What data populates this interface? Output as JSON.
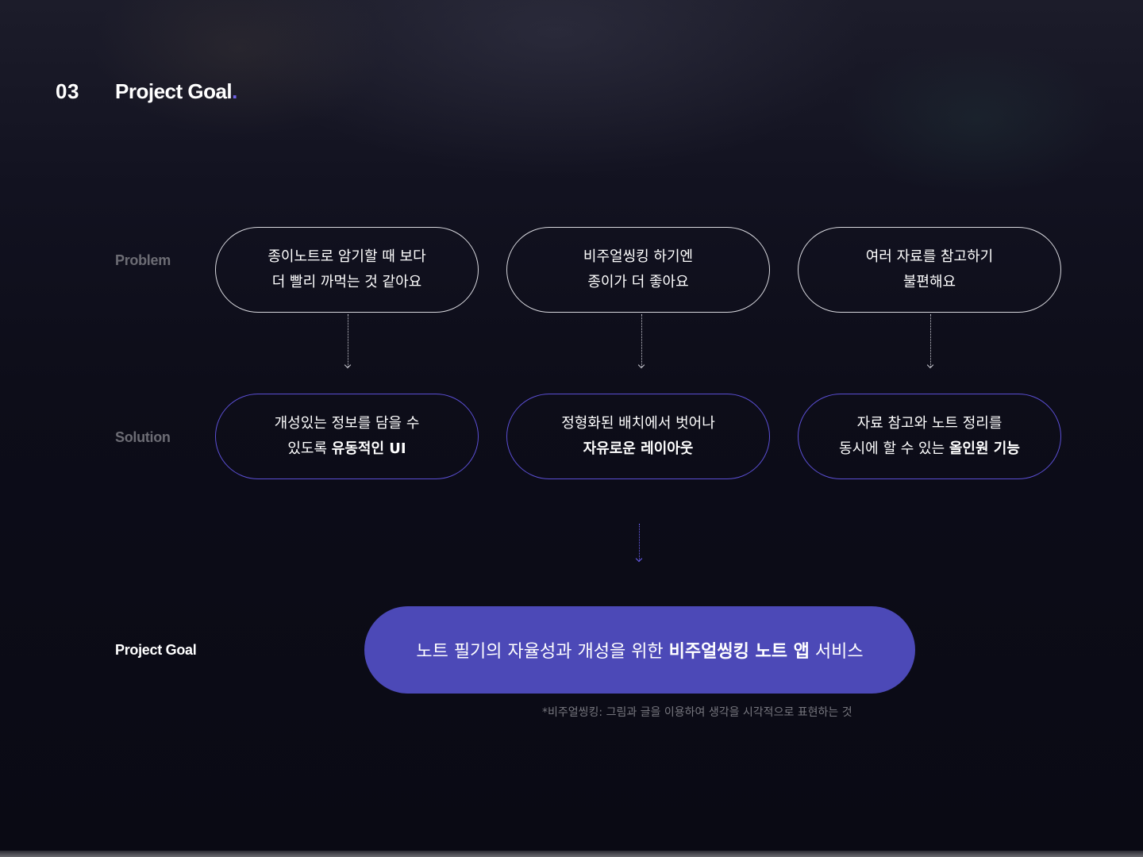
{
  "header": {
    "number": "03",
    "title": "Project Goal",
    "title_dot": ".",
    "accent_color": "#6f62e8"
  },
  "labels": {
    "problem": "Problem",
    "solution": "Solution",
    "goal": "Project Goal"
  },
  "problems": [
    {
      "line1": "종이노트로 암기할 때 보다",
      "line2": "더 빨리 까먹는 것 같아요"
    },
    {
      "line1": "비주얼씽킹 하기엔",
      "line2": "종이가 더 좋아요"
    },
    {
      "line1": "여러 자료를 참고하기",
      "line2": "불편해요"
    }
  ],
  "solutions": [
    {
      "line1": "개성있는 정보를 담을 수",
      "line2_pre": "있도록 ",
      "line2_bold": "유동적인 UI",
      "line2_post": ""
    },
    {
      "line1": "정형화된 배치에서 벗어나",
      "line2_pre": "",
      "line2_bold": "자유로운 레이아웃",
      "line2_post": ""
    },
    {
      "line1": "자료 참고와 노트 정리를",
      "line2_pre": "동시에 할 수 있는 ",
      "line2_bold": "올인원 기능",
      "line2_post": ""
    }
  ],
  "goal": {
    "pre": "노트 필기의 자율성과 개성을 위한 ",
    "bold": "비주얼씽킹 노트 앱",
    "post": " 서비스",
    "color": "#4c49b7"
  },
  "footnote": "*비주얼씽킹: 그림과 글을 이용하여 생각을 시각적으로 표현하는 것",
  "colors": {
    "background": "#0c0c18",
    "problem_border": "#d8d8de",
    "solution_border": "#5b4fd4"
  }
}
